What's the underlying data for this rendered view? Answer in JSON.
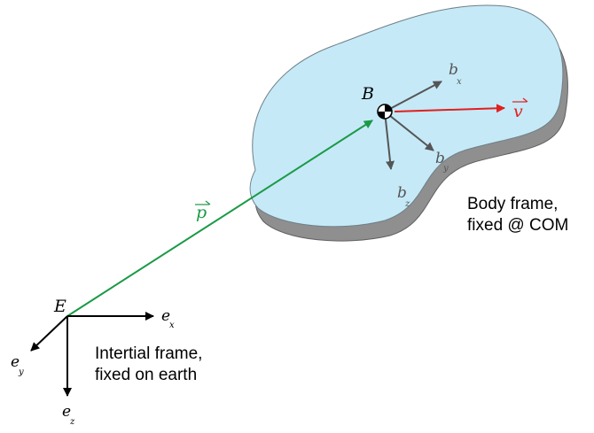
{
  "colors": {
    "body_fill": "#c5e9f7",
    "body_shadow": "#8f8f8f",
    "body_frame_arrows": "#555555",
    "inertial_arrows": "#000000",
    "position_vector": "#1a9a45",
    "velocity_vector": "#e0201e"
  },
  "inertial_frame": {
    "origin_label": "E",
    "x_axis_label": "e",
    "x_axis_subscript": "x",
    "y_axis_label": "e",
    "y_axis_subscript": "y",
    "z_axis_label": "e",
    "z_axis_subscript": "z",
    "caption_line1": "Intertial frame,",
    "caption_line2": "fixed on earth"
  },
  "body_frame": {
    "origin_label": "B",
    "x_axis_label": "b",
    "x_axis_subscript": "x",
    "y_axis_label": "b",
    "y_axis_subscript": "y",
    "z_axis_label": "b",
    "z_axis_subscript": "z",
    "caption_line1": "Body frame,",
    "caption_line2": "fixed @ COM",
    "com_symbol": "center-of-mass-icon"
  },
  "vectors": {
    "position_label": "p",
    "velocity_label": "v"
  }
}
